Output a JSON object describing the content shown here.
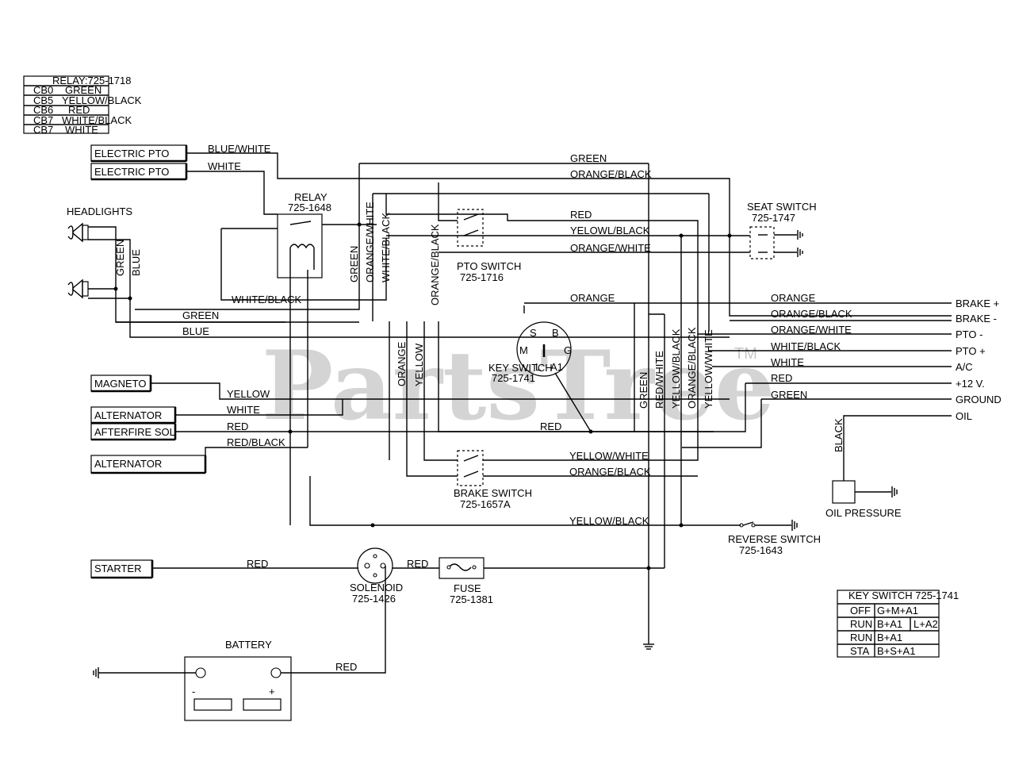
{
  "watermark": {
    "text": "PartsTree",
    "tm": "TM"
  },
  "relay_table": {
    "title": "RELAY:725-1718",
    "rows": [
      {
        "pin": "CB0",
        "color": "GREEN"
      },
      {
        "pin": "CB5",
        "color": "YELLOW/BLACK"
      },
      {
        "pin": "CB6",
        "color": "RED"
      },
      {
        "pin": "CB7",
        "color": "WHITE/BLACK"
      },
      {
        "pin": "CB7",
        "color": "WHITE"
      }
    ]
  },
  "left_components": {
    "electric_pto_1": "ELECTRIC  PTO",
    "electric_pto_2": "ELECTRIC  PTO",
    "headlights": "HEADLIGHTS",
    "magneto": "MAGNETO",
    "alternator_1": "ALTERNATOR",
    "afterfire_sol": "AFTERFIRE SOL",
    "alternator_2": "ALTERNATOR",
    "starter": "STARTER",
    "battery": "BATTERY",
    "battery_minus": "-",
    "battery_plus": "+"
  },
  "components": {
    "relay": {
      "name": "RELAY",
      "part": "725-1648"
    },
    "pto_switch": {
      "name": "PTO SWITCH",
      "part": "725-1716"
    },
    "key_switch": {
      "name": "KEY SWITCH",
      "part": "725-1741",
      "s": "S",
      "b": "B",
      "m": "M",
      "l": "L",
      "g": "G",
      "a1": "A1"
    },
    "brake_switch": {
      "name": "BRAKE SWITCH",
      "part": "725-1657A"
    },
    "seat_switch": {
      "name": "SEAT SWITCH",
      "part": "725-1747"
    },
    "reverse_switch": {
      "name": "REVERSE SWITCH",
      "part": "725-1643"
    },
    "solenoid": {
      "name": "SOLENOID",
      "part": "725-1426"
    },
    "fuse": {
      "name": "FUSE",
      "part": "725-1381"
    },
    "oil_pressure": {
      "name": "OIL PRESSURE"
    }
  },
  "wire_labels": {
    "blue_white": "BLUE/WHITE",
    "white_pto": "WHITE",
    "green_top": "GREEN",
    "orange_black_top": "ORANGE/BLACK",
    "red_pto": "RED",
    "yellow_black_pto": "YELOWL/BLACK",
    "orange_white_pto": "ORANGE/WHITE",
    "green_hl_v": "GREEN",
    "blue_hl_v": "BLUE",
    "green_relay_v": "GREEN",
    "orange_white_v": "ORANGE/WHITE",
    "white_black_v": "WHITE/BLACK",
    "orange_black_v": "ORANGE/BLACK",
    "white_black_h": "WHITE/BLACK",
    "green_h": "GREEN",
    "blue_h": "BLUE",
    "orange_key": "ORANGE",
    "orange_v": "ORANGE",
    "yellow_v": "YELLOW",
    "yellow_mag": "YELLOW",
    "white_alt": "WHITE",
    "red_afs": "RED",
    "red_black_alt": "RED/BLACK",
    "red_key": "RED",
    "yellow_white_brake": "YELLOW/WHITE",
    "orange_black_brake": "ORANGE/BLACK",
    "yellow_black_rev": "YELLOW/BLACK",
    "red_starter": "RED",
    "red_fuse": "RED",
    "red_battery": "RED",
    "green_v2": "GREEN",
    "red_white_v": "RED/WHITE",
    "yellow_black_v": "YELLOW/BLACK",
    "orange_black_v2": "ORANGE/BLACK",
    "yellow_white_v": "YELLOW/WHITE",
    "black_oil": "BLACK"
  },
  "harness": {
    "rows": [
      {
        "wire": "ORANGE",
        "terminal": "BRAKE +"
      },
      {
        "wire": "ORANGE/BLACK",
        "terminal": "BRAKE -"
      },
      {
        "wire": "ORANGE/WHITE",
        "terminal": "PTO -"
      },
      {
        "wire": "WHITE/BLACK",
        "terminal": "PTO +"
      },
      {
        "wire": "WHITE",
        "terminal": "A/C"
      },
      {
        "wire": "RED",
        "terminal": "+12 V."
      },
      {
        "wire": "GREEN",
        "terminal": "GROUND"
      },
      {
        "wire": "",
        "terminal": "OIL"
      }
    ]
  },
  "key_table": {
    "title": "KEY SWITCH 725-1741",
    "rows": [
      {
        "pos": "OFF",
        "c1": "G+M+A1",
        "c2": ""
      },
      {
        "pos": "RUN",
        "c1": "B+A1",
        "c2": "L+A2"
      },
      {
        "pos": "RUN",
        "c1": "B+A1",
        "c2": ""
      },
      {
        "pos": "STA",
        "c1": "B+S+A1",
        "c2": ""
      }
    ]
  }
}
